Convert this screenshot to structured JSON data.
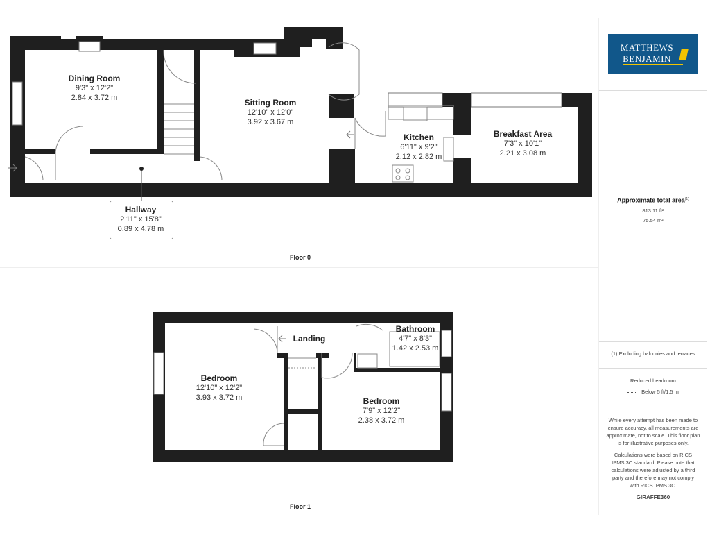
{
  "floors": {
    "ground": "Floor 0",
    "first": "Floor 1"
  },
  "rooms": {
    "dining": {
      "name": "Dining Room",
      "imperial": "9'3\" x 12'2\"",
      "metric": "2.84 x 3.72 m"
    },
    "sitting": {
      "name": "Sitting Room",
      "imperial": "12'10\" x 12'0\"",
      "metric": "3.92 x 3.67 m"
    },
    "kitchen": {
      "name": "Kitchen",
      "imperial": "6'11\" x 9'2\"",
      "metric": "2.12 x 2.82 m"
    },
    "breakfast": {
      "name": "Breakfast Area",
      "imperial": "7'3\" x 10'1\"",
      "metric": "2.21 x 3.08 m"
    },
    "hallway": {
      "name": "Hallway",
      "imperial": "2'11\" x 15'8\"",
      "metric": "0.89 x 4.78 m"
    },
    "landing": {
      "name": "Landing"
    },
    "bathroom": {
      "name": "Bathroom",
      "imperial": "4'7\" x 8'3\"",
      "metric": "1.42 x 2.53 m"
    },
    "bedroom1": {
      "name": "Bedroom",
      "imperial": "12'10\" x 12'2\"",
      "metric": "3.93 x 3.72 m"
    },
    "bedroom2": {
      "name": "Bedroom",
      "imperial": "7'9\" x 12'2\"",
      "metric": "2.38 x 3.72 m"
    }
  },
  "sidebar": {
    "logo_line1": "MATTHEWS",
    "logo_line2": "BENJAMIN",
    "area_title": "Approximate total area",
    "area_sup": "(1)",
    "area_ft": "813.11 ft²",
    "area_m": "75.54 m²",
    "footnote": "(1) Excluding balconies and terraces",
    "headroom_title": "Reduced headroom",
    "headroom_value": "Below 5 ft/1.5 m",
    "disclaimer1": "While every attempt has been made to ensure accuracy, all measurements are approximate, not to scale. This floor plan is for illustrative purposes only.",
    "disclaimer2": "Calculations were based on RICS IPMS 3C standard. Please note that calculations were adjusted by a third party and therefore may not comply with RICS IPMS 3C.",
    "brand_bold": "GIRAFFE",
    "brand_num": "360"
  },
  "colors": {
    "wall": "#1f1f1f",
    "logo_bg": "#11578a",
    "logo_accent": "#f3c400",
    "divider": "#dcdcdc"
  }
}
